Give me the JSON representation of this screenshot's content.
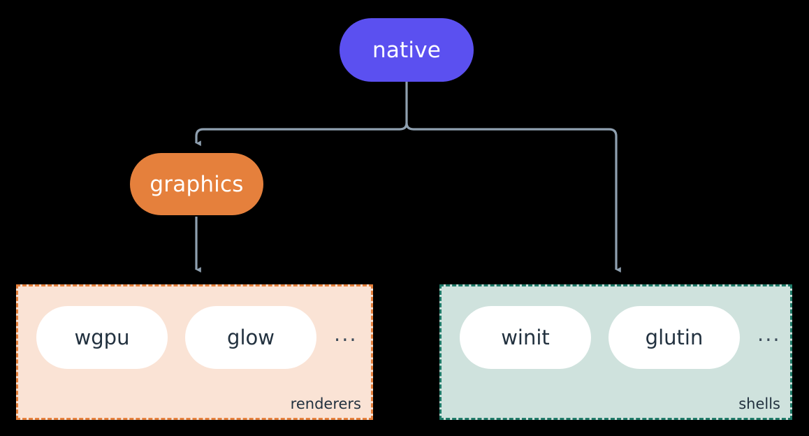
{
  "diagram": {
    "type": "tree",
    "background_color": "#000000",
    "connector_color": "#8fa0b0",
    "nodes": {
      "native": {
        "label": "native",
        "fill": "#5b50f0",
        "text_color": "#ffffff",
        "shape": "pill"
      },
      "graphics": {
        "label": "graphics",
        "fill": "#e5803c",
        "text_color": "#ffffff",
        "shape": "pill"
      }
    },
    "groups": [
      {
        "id": "renderers",
        "label": "renderers",
        "background": "#fae3d5",
        "border_color": "#e5803c",
        "border_style": "dashed",
        "label_color": "#22313f",
        "items": [
          {
            "label": "wgpu",
            "fill": "#ffffff",
            "text_color": "#22313f"
          },
          {
            "label": "glow",
            "fill": "#ffffff",
            "text_color": "#22313f"
          }
        ],
        "overflow_indicator": "..."
      },
      {
        "id": "shells",
        "label": "shells",
        "background": "#cfe2dd",
        "border_color": "#1f7a68",
        "border_style": "dashed",
        "label_color": "#22313f",
        "items": [
          {
            "label": "winit",
            "fill": "#ffffff",
            "text_color": "#22313f"
          },
          {
            "label": "glutin",
            "fill": "#ffffff",
            "text_color": "#22313f"
          }
        ],
        "overflow_indicator": "..."
      }
    ],
    "edges": [
      {
        "from": "native",
        "to": "graphics",
        "arrow": true
      },
      {
        "from": "native",
        "to": "shells",
        "arrow": true
      },
      {
        "from": "graphics",
        "to": "renderers",
        "arrow": true
      }
    ]
  }
}
